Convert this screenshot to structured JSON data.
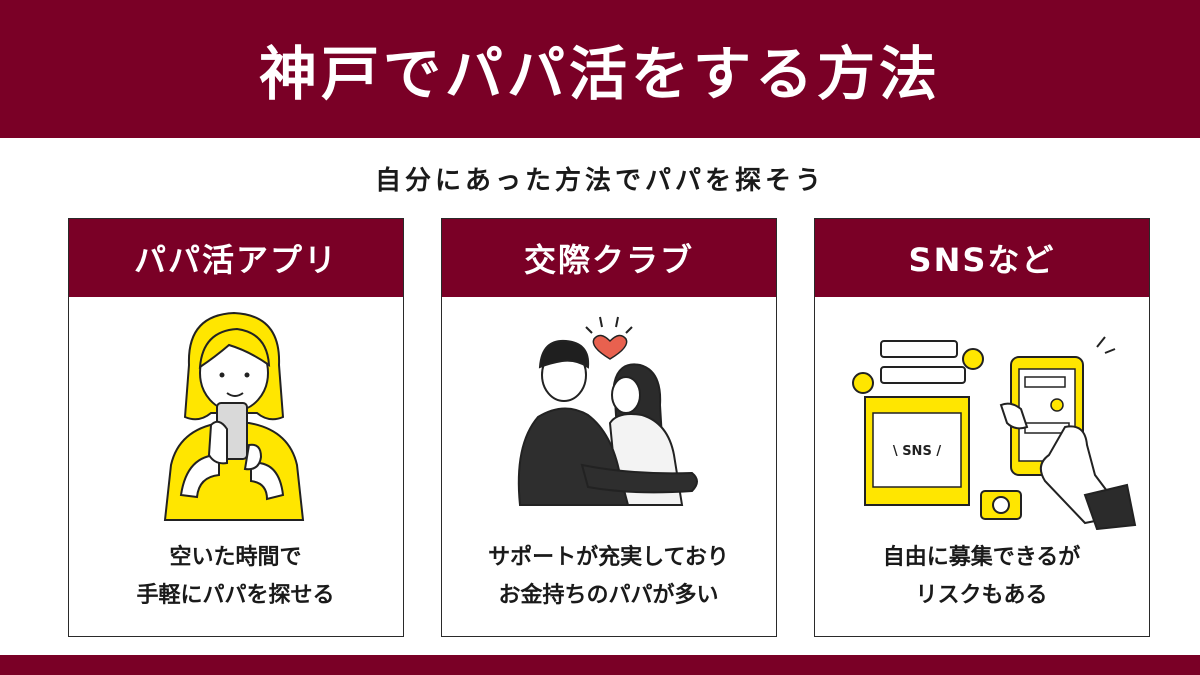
{
  "header": {
    "title": "神戸でパパ活をする方法"
  },
  "subtitle": "自分にあった方法でパパを探そう",
  "cards": [
    {
      "title": "パパ活アプリ",
      "desc_line1": "空いた時間で",
      "desc_line2": "手軽にパパを探せる"
    },
    {
      "title": "交際クラブ",
      "desc_line1": "サポートが充実しており",
      "desc_line2": "お金持ちのパパが多い"
    },
    {
      "title": "SNSなど",
      "desc_line1": "自由に募集できるが",
      "desc_line2": "リスクもある"
    }
  ],
  "sns_label": "\\ SNS /",
  "colors": {
    "brand": "#7a0026",
    "accent": "#ffe600",
    "heart": "#e8614f"
  }
}
